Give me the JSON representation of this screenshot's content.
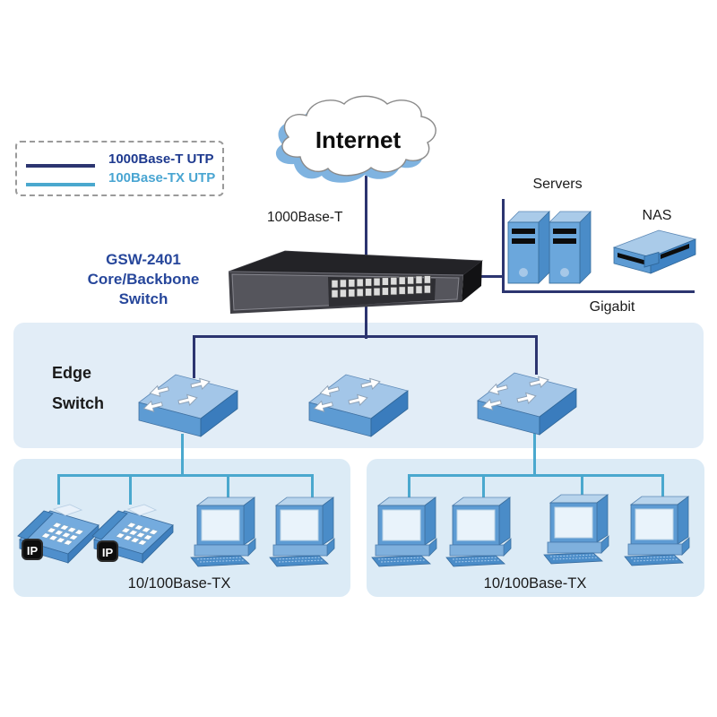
{
  "legend": {
    "items": [
      {
        "label": "1000Base-T UTP",
        "line_color": "#2c3570",
        "text_color": "#1e3a8f"
      },
      {
        "label": "100Base-TX UTP",
        "line_color": "#4aa8ce",
        "text_color": "#49a5d2"
      }
    ]
  },
  "internet": {
    "label": "Internet"
  },
  "uplink": {
    "label": "1000Base-T"
  },
  "core_switch": {
    "name_line1": "GSW-2401",
    "name_line2": "Core/Backbone",
    "name_line3": "Switch",
    "port_count": 24
  },
  "edge": {
    "label_line1": "Edge",
    "label_line2": "Switch",
    "switch_count": 3
  },
  "servers": {
    "label": "Servers",
    "count": 2
  },
  "nas": {
    "label": "NAS"
  },
  "gigabit": {
    "label": "Gigabit"
  },
  "access_segments": [
    {
      "label": "10/100Base-TX",
      "devices": [
        "ip-phone",
        "ip-phone",
        "computer",
        "computer"
      ]
    },
    {
      "label": "10/100Base-TX",
      "devices": [
        "computer",
        "computer",
        "computer",
        "computer"
      ]
    }
  ],
  "ip_badge": "IP",
  "colors": {
    "gigabit_link": "#2c3570",
    "fast_link": "#4aa8ce",
    "edge_zone_bg": "#e2edf7",
    "access_zone_bg": "#dcebf6",
    "device_blue": "#5d9bd3"
  }
}
